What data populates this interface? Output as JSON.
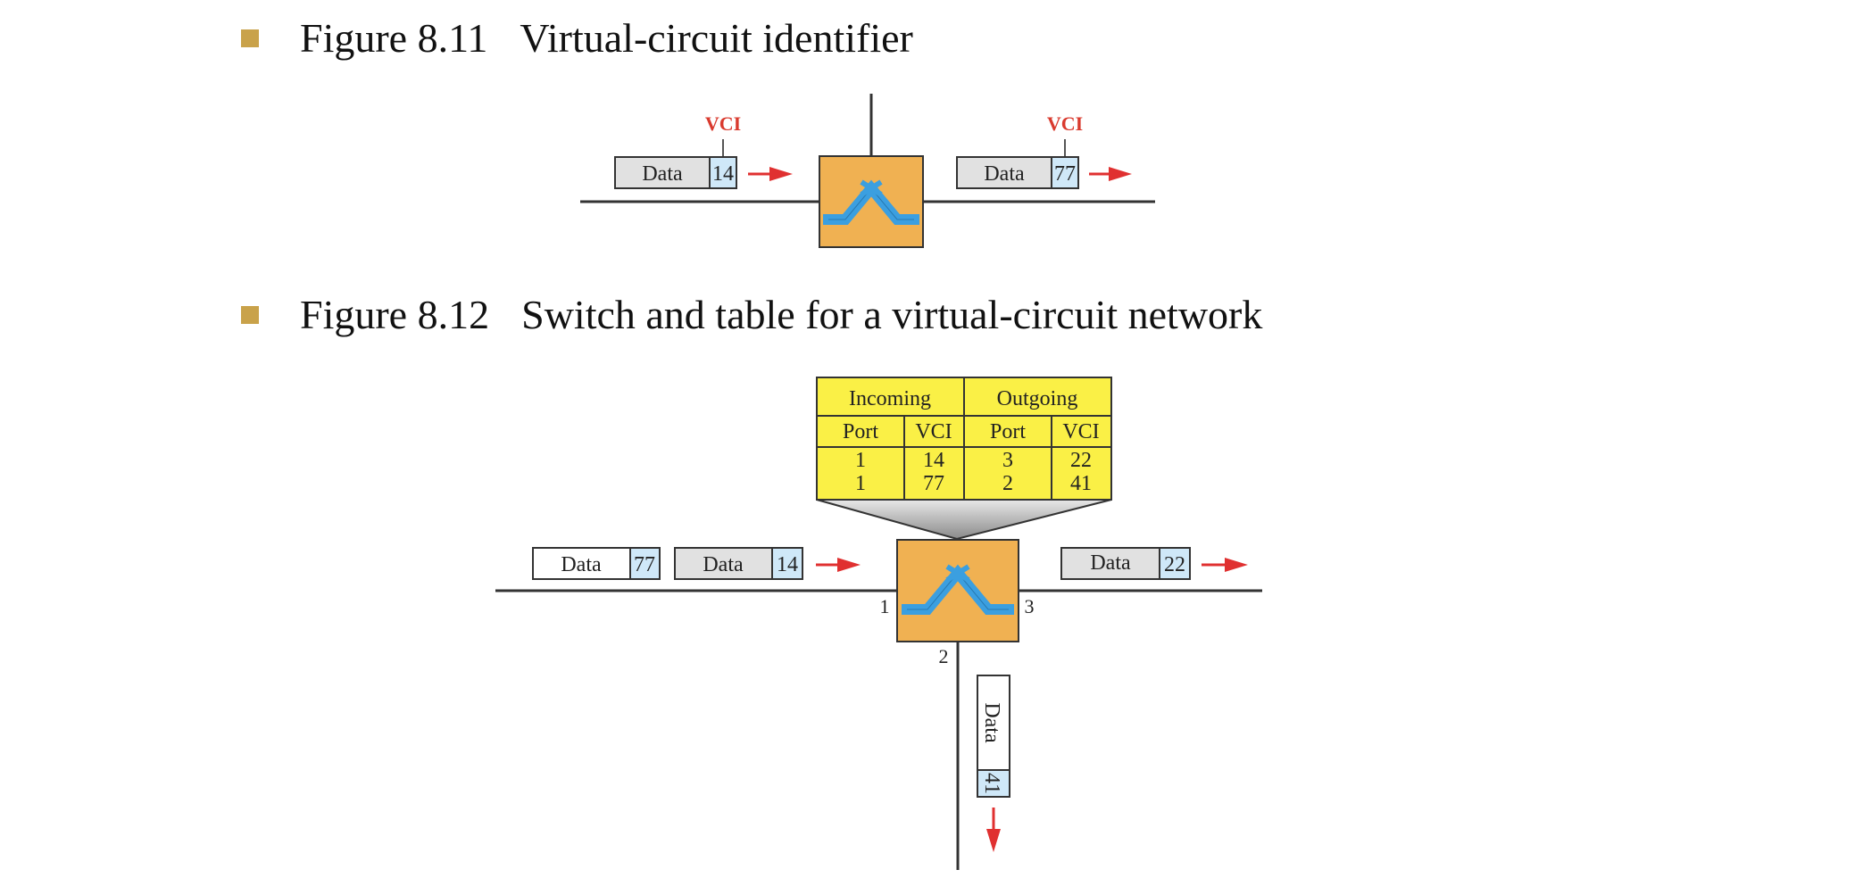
{
  "colors": {
    "bullet": "#C9A24A",
    "switch_fill": "#F0B152",
    "switch_symbol": "#3B9FE0",
    "table_fill": "#FAF046",
    "vci_label": "#D93A2E",
    "arrow": "#E03030",
    "data_fill": "#E1E1E1",
    "data_fill_white": "#FFFFFF",
    "vci_fill": "#CFE8F8",
    "line": "#333333"
  },
  "icons": {
    "bullet": "square-bullet-icon",
    "switch": "switch-icon",
    "arrow": "right-arrow-icon"
  },
  "figure1": {
    "number": "Figure 8.11",
    "title": "Virtual-circuit identifier",
    "left_vci_label": "VCI",
    "right_vci_label": "VCI",
    "packet_in": {
      "data": "Data",
      "vci": "14"
    },
    "packet_out": {
      "data": "Data",
      "vci": "77"
    }
  },
  "figure2": {
    "number": "Figure 8.12",
    "title": "Switch and table for a virtual-circuit network",
    "table": {
      "group_headers": [
        "Incoming",
        "Outgoing"
      ],
      "column_headers": [
        "Port",
        "VCI",
        "Port",
        "VCI"
      ],
      "rows": [
        [
          "1",
          "14",
          "3",
          "22"
        ],
        [
          "1",
          "77",
          "2",
          "41"
        ]
      ]
    },
    "ports": {
      "left": "1",
      "bottom": "2",
      "right": "3"
    },
    "packets": {
      "incoming_first": {
        "data": "Data",
        "vci": "77"
      },
      "incoming_second": {
        "data": "Data",
        "vci": "14"
      },
      "outgoing_port3": {
        "data": "Data",
        "vci": "22"
      },
      "outgoing_port2": {
        "data": "Data",
        "vci": "41"
      }
    }
  }
}
